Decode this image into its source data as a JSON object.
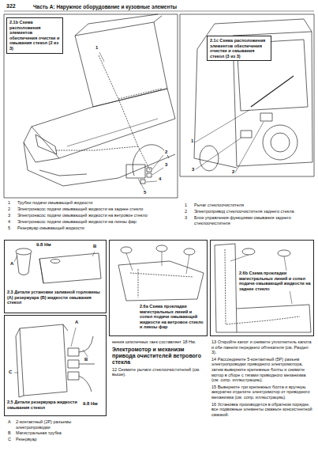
{
  "diagram": {
    "nodes": [
      {
        "text": [
          "2.1b Схема расположения элементов обеспечения очистки и омывания стекол (2 из 3)"
        ]
      },
      {
        "text": [
          "2.1c Схема расположения элементов обеспечения очистки и омывания стекол (3 из 3)"
        ]
      },
      {
        "text": [
          "2.3 Детали установки заливной горловины (A) резервуара (B) жидкости омывания стекол"
        ]
      },
      {
        "text": [
          "2.6а Схема прокладки магистральных линий и сопел подачи омывающей жидкости на ветровое стекло и линзы фар"
        ]
      },
      {
        "text": [
          "2.6b Схема прокладки магистральных линий и сопел подачи омывающей жидкости на заднее стекло"
        ]
      },
      {
        "text": [
          "2.5 Детали резервуара жидкости омывания стекол"
        ]
      }
    ],
    "labels": [
      "322",
      "Часть А: Наружное оборудование и кузовные элементы",
      "1",
      "Трубки подачи омывающей жидкости",
      "2",
      "Электронасос подачи омывающей жидкости на заднее стекло",
      "3",
      "Электронасос подачи омывающей жидкости на ветровое стекло",
      "4",
      "Электронасос подачи омывающей жидкости на линзы фар",
      "5",
      "Резервуар омывающей жидкости",
      "1",
      "Рычаг стеклоочистителя",
      "2",
      "Электропривод стеклоочистителя заднего стекла",
      "3",
      "Блок управления функциями омывания заднего стеклоочистителя",
      "1",
      "2",
      "3",
      "4",
      "5",
      "1",
      "3",
      "2",
      "9.8 Нм",
      "A",
      "B",
      "9.8 Нм",
      "A",
      "B",
      "C",
      "A",
      "2-контактный (2P) разъемы электропроводки",
      "B",
      "Магистральная трубка",
      "C",
      "Резервуар",
      "нения шпилечных гаек составляет 18 Нм.",
      "Электромотор и механизм привода очистителей ветрового стекла",
      "12 Снимите рычаги стеклоочистителей (см. выше).",
      "13 Откройте капот и снимите уплотнитель капота и обе панели переднего обтекателя (см. Раздел 3).",
      "14 Рассоедините 5-контактный (5P) разъем электропроводки приводного электромотора, затем выверните крепежные болты и снимите мотор в сборе с тягами приводного механизма (см. сопр. иллюстрацию).",
      "15 Выверните три крепежных болта и вручную аккуратно отделите электромотор от приводного механизма (см. сопр. иллюстрацию).",
      "16 Установка производится в обратном порядке, все подвижные элементы смажьте консистентной смазкой."
    ]
  }
}
